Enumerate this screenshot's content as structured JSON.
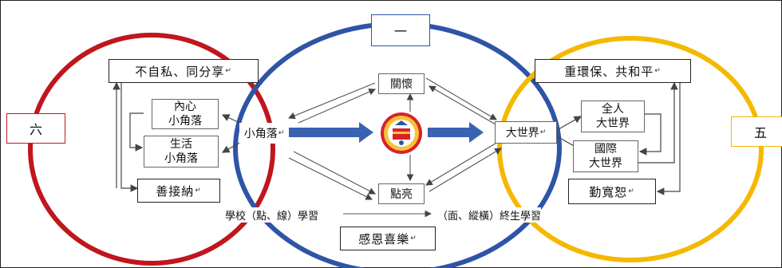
{
  "colors": {
    "left_ring": "#c0161d",
    "center_ring": "#2e54a6",
    "right_ring": "#f5b800",
    "arrow_blue": "#3a62b2",
    "line_gray": "#555555"
  },
  "section_tags": {
    "left": "六",
    "center": "一",
    "right": "五"
  },
  "left": {
    "top_box": "不自私、同分享",
    "inner_top": [
      "內心",
      "小角落"
    ],
    "inner_bottom": [
      "生活",
      "小角落"
    ],
    "bottom_box": "善接納"
  },
  "center": {
    "left_node": "小角落",
    "top_node": "關懷",
    "bottom_node": "點亮",
    "right_node": "大世界",
    "logo": "school-emblem-icon",
    "footer_box": "感恩喜樂",
    "learning_line_left": "學校（點、線）學習",
    "learning_line_right": "（面、縱橫）終生學習"
  },
  "right": {
    "top_box": "重環保、共和平",
    "inner_top": [
      "全人",
      "大世界"
    ],
    "inner_bottom": [
      "國際",
      "大世界"
    ],
    "bottom_box": "勤寬恕"
  },
  "mark": "↵"
}
